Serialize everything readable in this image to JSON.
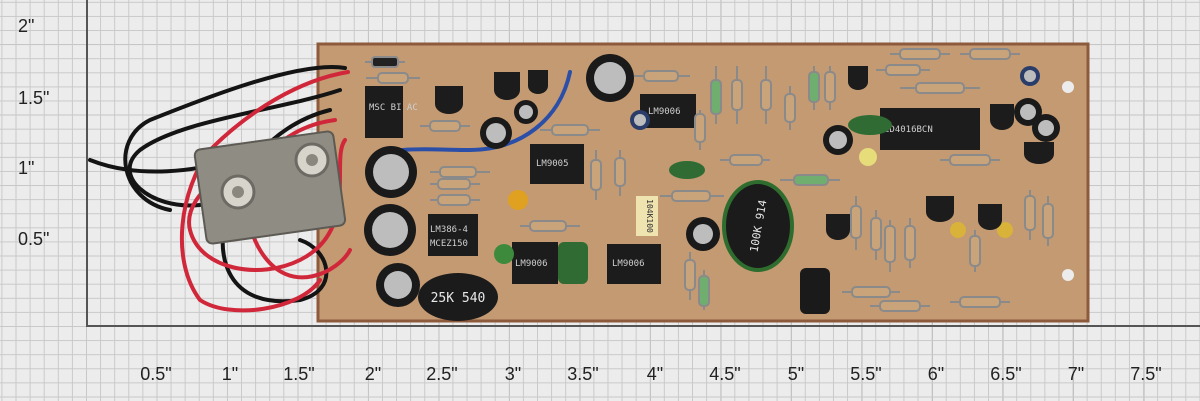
{
  "ruler": {
    "y_labels": [
      "2\"",
      "1.5\"",
      "1\"",
      "0.5\""
    ],
    "x_labels": [
      "0.5\"",
      "1\"",
      "1.5\"",
      "2\"",
      "2.5\"",
      "3\"",
      "3.5\"",
      "4\"",
      "4.5\"",
      "5\"",
      "5.5\"",
      "6\"",
      "6.5\"",
      "7\"",
      "7.5\""
    ]
  },
  "board": {
    "chip_labels": {
      "rectifier": "MSC BI AC",
      "u1": "LM9006",
      "u2": "LM9005",
      "u3": "LM386-4",
      "u3b": "MCEZ150",
      "u4": "LM9006",
      "u5": "LM9006",
      "u6": "CD4016BCN",
      "pot_small": "25K 540",
      "pot_large": "100K 914",
      "cap_label": "104K100"
    }
  },
  "colors": {
    "board": "#c39a72",
    "board_edge": "#8d5a3c",
    "chip": "#1c1c1c",
    "wire_red": "#d0283a",
    "wire_black": "#141414",
    "wire_blue": "#2b4fa8"
  }
}
